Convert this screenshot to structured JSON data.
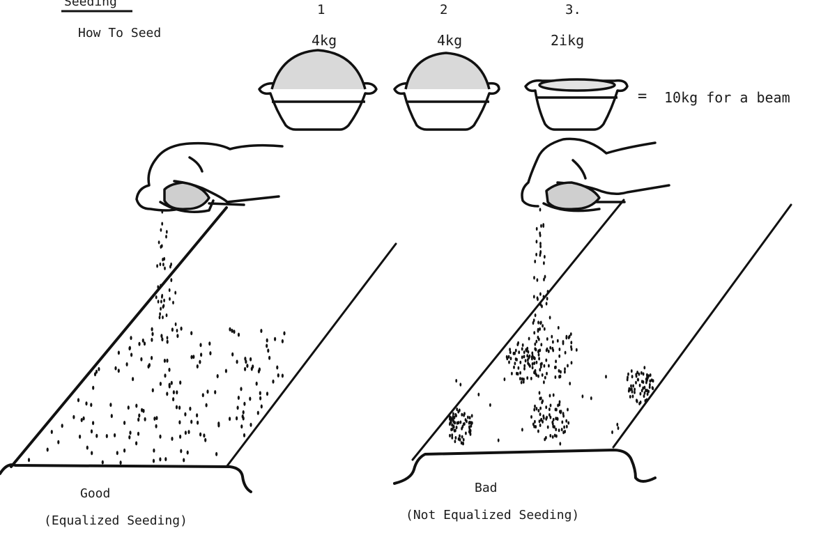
{
  "header": {
    "title": "Seeding",
    "subtitle": "How To Seed"
  },
  "bowls": [
    {
      "number": "1",
      "amount": "4kg"
    },
    {
      "number": "2",
      "amount": "4kg"
    },
    {
      "number": "3.",
      "amount": "2ikg"
    }
  ],
  "total": {
    "operator": "=",
    "text": "10kg  for a beam"
  },
  "panels": {
    "good": {
      "label": "Good",
      "caption": "(Equalized Seeding)"
    },
    "bad": {
      "label": "Bad",
      "caption": "(Not Equalized Seeding)"
    }
  }
}
